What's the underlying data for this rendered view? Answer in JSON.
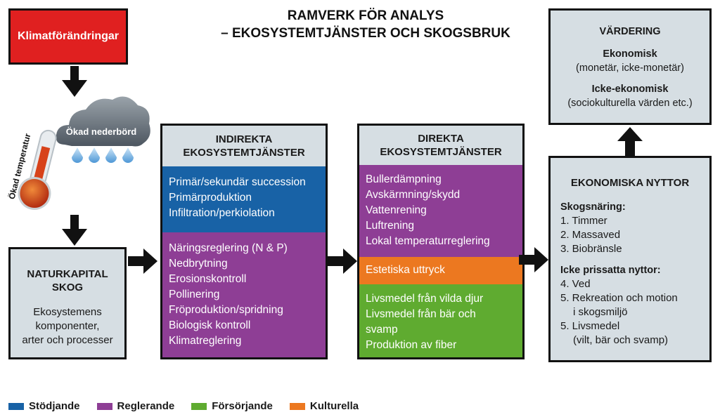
{
  "title": {
    "line1": "RAMVERK FÖR ANALYS",
    "line2": "– EKOSYSTEMTJÄNSTER OCH SKOGSBRUK"
  },
  "klimat": "Klimatförändringar",
  "cloud_label": "Ökad nederbörd",
  "temp_label": "Ökad temperatur",
  "naturkapital": {
    "heading1": "NATURKAPITAL",
    "heading2": "SKOG",
    "text": [
      "Ekosystemens",
      "komponenter,",
      "arter och processer"
    ]
  },
  "indirekta": {
    "heading1": "INDIREKTA",
    "heading2": "EKOSYSTEMTJÄNSTER",
    "stodjande": [
      "Primär/sekundär succession",
      "Primärproduktion",
      "Infiltration/perkiolation"
    ],
    "reglerande": [
      "Näringsreglering (N & P)",
      "Nedbrytning",
      "Erosionskontroll",
      "Pollinering",
      "Fröproduktion/spridning",
      "Biologisk kontroll",
      "Klimatreglering"
    ]
  },
  "direkta": {
    "heading1": "DIREKTA",
    "heading2": "EKOSYSTEMTJÄNSTER",
    "reglerande": [
      "Bullerdämpning",
      "Avskärmning/skydd",
      "Vattenrening",
      "Luftrening",
      "Lokal temperaturreglering"
    ],
    "kulturella": [
      "Estetiska uttryck"
    ],
    "forsorjande": [
      "Livsmedel från vilda djur",
      "Livsmedel från bär och",
      "svamp",
      "Produktion av fiber"
    ]
  },
  "vardering": {
    "heading": "VÄRDERING",
    "ekonomisk": "Ekonomisk",
    "ekonomisk_sub": "(monetär, icke-monetär)",
    "icke": "Icke-ekonomisk",
    "icke_sub": "(sociokulturella värden etc.)"
  },
  "nyttor": {
    "heading": "EKONOMISKA NYTTOR",
    "skogsnaring": "Skogsnäring:",
    "items1": [
      "1. Timmer",
      "2. Massaved",
      "3. Biobränsle"
    ],
    "icke": "Icke prissatta nyttor:",
    "items2": [
      "4. Ved",
      "5. Rekreation och motion"
    ],
    "items2_cont": "i skogsmiljö",
    "items3": "5. Livsmedel",
    "items3_cont": "(vilt, bär och svamp)"
  },
  "legend": [
    {
      "label": "Stödjande",
      "color": "#1862a6"
    },
    {
      "label": "Reglerande",
      "color": "#8e3e95"
    },
    {
      "label": "Försörjande",
      "color": "#5fab30"
    },
    {
      "label": "Kulturella",
      "color": "#ec7820"
    }
  ],
  "colors": {
    "stodjande": "#1862a6",
    "reglerande": "#8e3e95",
    "forsorjande": "#5fab30",
    "kulturella": "#ec7820",
    "klimat": "#e02020",
    "box_grey": "#d6dee3"
  }
}
